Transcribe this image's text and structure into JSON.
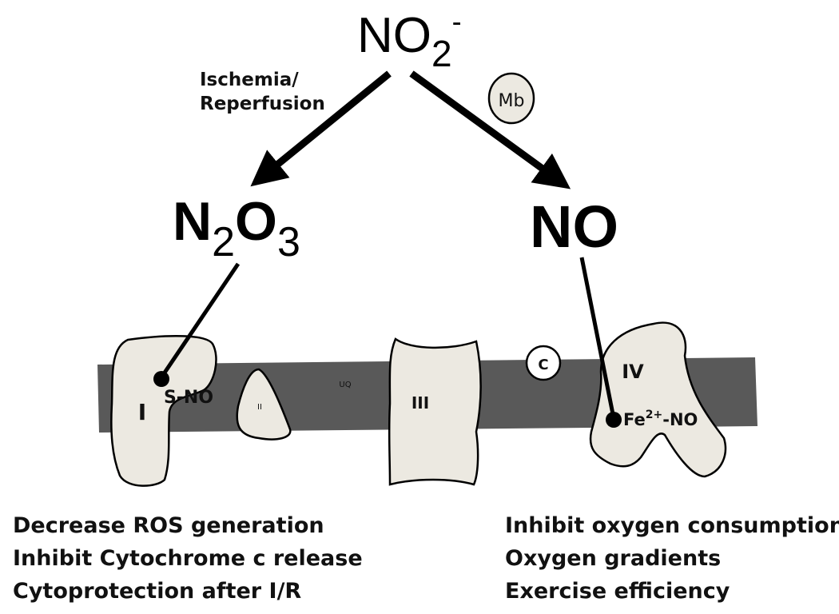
{
  "colors": {
    "membrane": "#595959",
    "protein_fill": "#ece9e1",
    "outline": "#000000",
    "background": "#ffffff"
  },
  "molecules": {
    "nitrite": {
      "base": "NO",
      "sub": "2",
      "sup": "-"
    },
    "n2o3": {
      "a": "N",
      "sub1": "2",
      "b": "O",
      "sub2": "3"
    },
    "no": "NO"
  },
  "pathway_label": {
    "line1": "Ischemia/",
    "line2": "Reperfusion"
  },
  "myoglobin_label": "Mb",
  "complexes": {
    "complex_i": "I",
    "s_no": "S-NO",
    "complex_ii": "II",
    "ubiquinone": "UQ",
    "complex_iii": "III",
    "cytochrome_c": "C",
    "complex_iv": "IV",
    "fe_no": {
      "base": "Fe",
      "sup": "2+",
      "tail": "-NO"
    }
  },
  "left_effects": [
    "Decrease ROS generation",
    "Inhibit Cytochrome c release",
    "Cytoprotection after I/R"
  ],
  "right_effects": [
    "Inhibit oxygen consumption",
    "Oxygen gradients",
    "Exercise efficiency"
  ]
}
